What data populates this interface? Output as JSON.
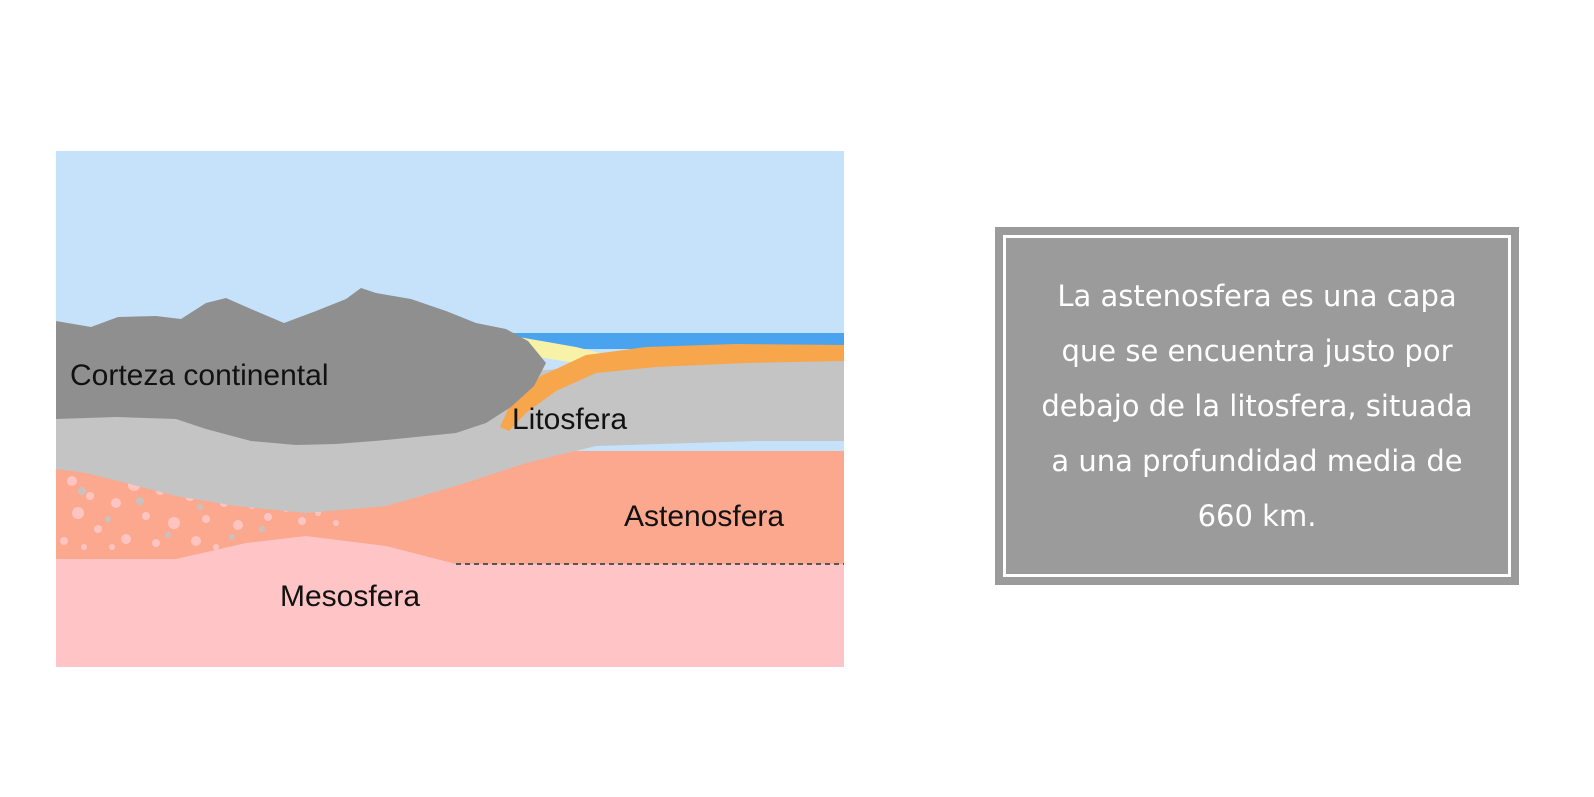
{
  "diagram": {
    "labels": {
      "corteza": "Corteza continental",
      "litosfera": "Litosfera",
      "astenosfera": "Astenosfera",
      "mesosfera": "Mesosfera"
    },
    "colors": {
      "sky": "#c6e2fb",
      "ocean": "#4aa3ef",
      "sand": "#f8f1a8",
      "corteza": "#8f8f8f",
      "litosfera": "#c4c4c4",
      "oceanic_crust": "#f7a64c",
      "astenosfera": "#fba88e",
      "mesosfera": "#fec4c6"
    }
  },
  "info": {
    "text": "La astenosfera es una capa que se encuentra justo por debajo de la litosfera, situada a una profundidad media de 660 km."
  }
}
